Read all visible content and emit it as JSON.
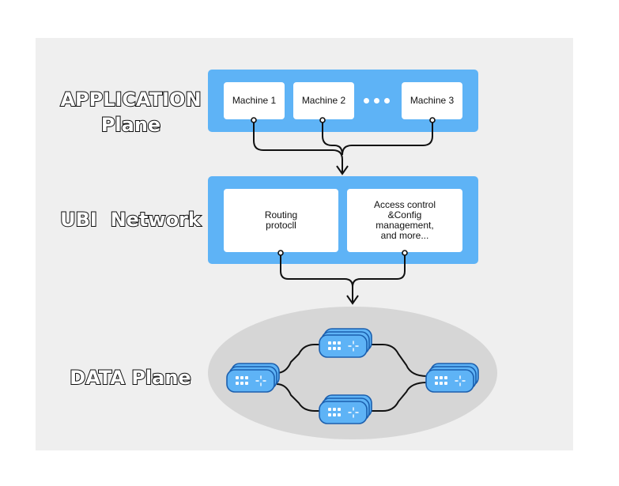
{
  "labels": {
    "application_line1": "APPLICATION",
    "application_line2": "Plane",
    "network": "UBI  Network",
    "data": "DATA Plane"
  },
  "application": {
    "machines": [
      "Machine 1",
      "Machine 2",
      "Machine 3"
    ]
  },
  "network": {
    "routing": "Routing\nprotocll",
    "access": "Access control\n&Config\nmanagement,\nand more..."
  },
  "colors": {
    "panel": "#5eb3f6",
    "node": "#5eb3f6",
    "node_dark": "#1b5fae",
    "ellipse": "#d6d6d6",
    "background": "#efefef"
  },
  "icons": [
    "server-rack-icon",
    "router-icon"
  ]
}
